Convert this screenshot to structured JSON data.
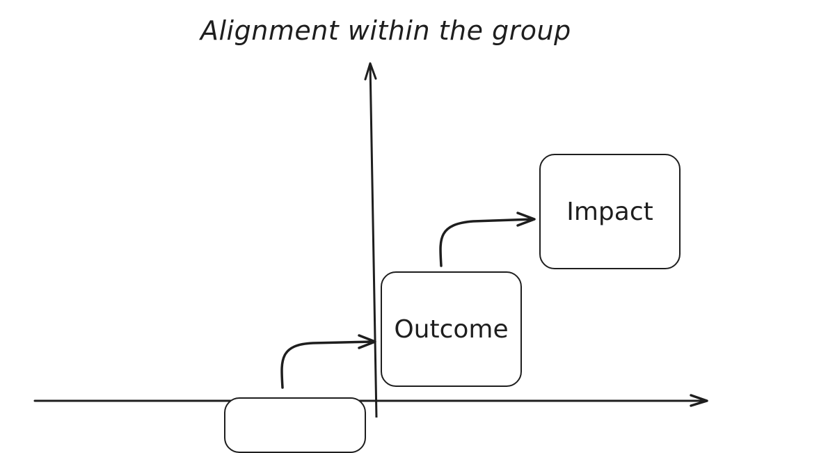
{
  "diagram": {
    "title": "Alignment within the group",
    "axes": {
      "y_axis_label": "Alignment within the group",
      "x_axis_label": ""
    },
    "nodes": [
      {
        "id": "output",
        "label": ""
      },
      {
        "id": "outcome",
        "label": "Outcome"
      },
      {
        "id": "impact",
        "label": "Impact"
      }
    ],
    "edges": [
      {
        "from": "output",
        "to": "outcome"
      },
      {
        "from": "outcome",
        "to": "impact"
      }
    ],
    "colors": {
      "stroke": "#1e1e1e",
      "background": "#ffffff"
    }
  }
}
